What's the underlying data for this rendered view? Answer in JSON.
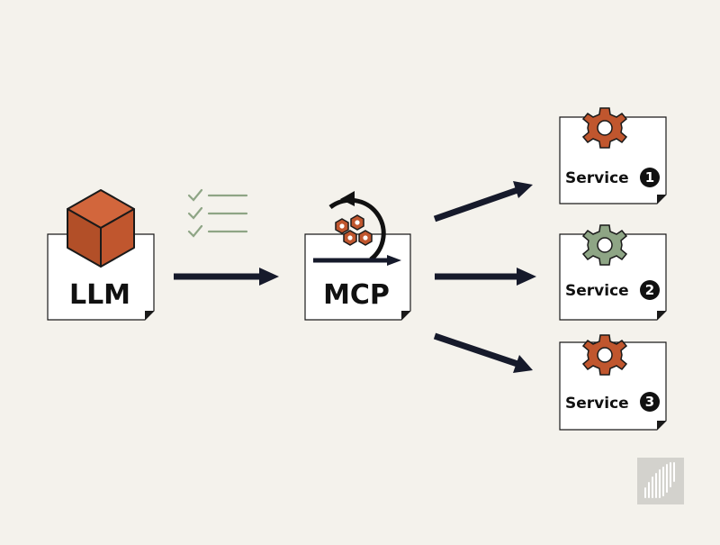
{
  "nodes": {
    "llm": {
      "label": "LLM"
    },
    "mcp": {
      "label": "MCP"
    },
    "services": [
      {
        "label": "Service",
        "number": "1",
        "gear_color": "#c0562e"
      },
      {
        "label": "Service",
        "number": "2",
        "gear_color": "#8ea585"
      },
      {
        "label": "Service",
        "number": "3",
        "gear_color": "#c0562e"
      }
    ]
  },
  "icons": {
    "llm": "cube-icon",
    "tasks": "checklist-icon",
    "mcp": "hexagon-gears-cycle-icon",
    "services": "gear-icon",
    "logo": "bar-chart-logo-icon"
  },
  "colors": {
    "background": "#f4f2ec",
    "accent_orange": "#c0562e",
    "accent_green": "#8ea585",
    "arrow": "#161a2b",
    "checklist": "#8ea585"
  }
}
